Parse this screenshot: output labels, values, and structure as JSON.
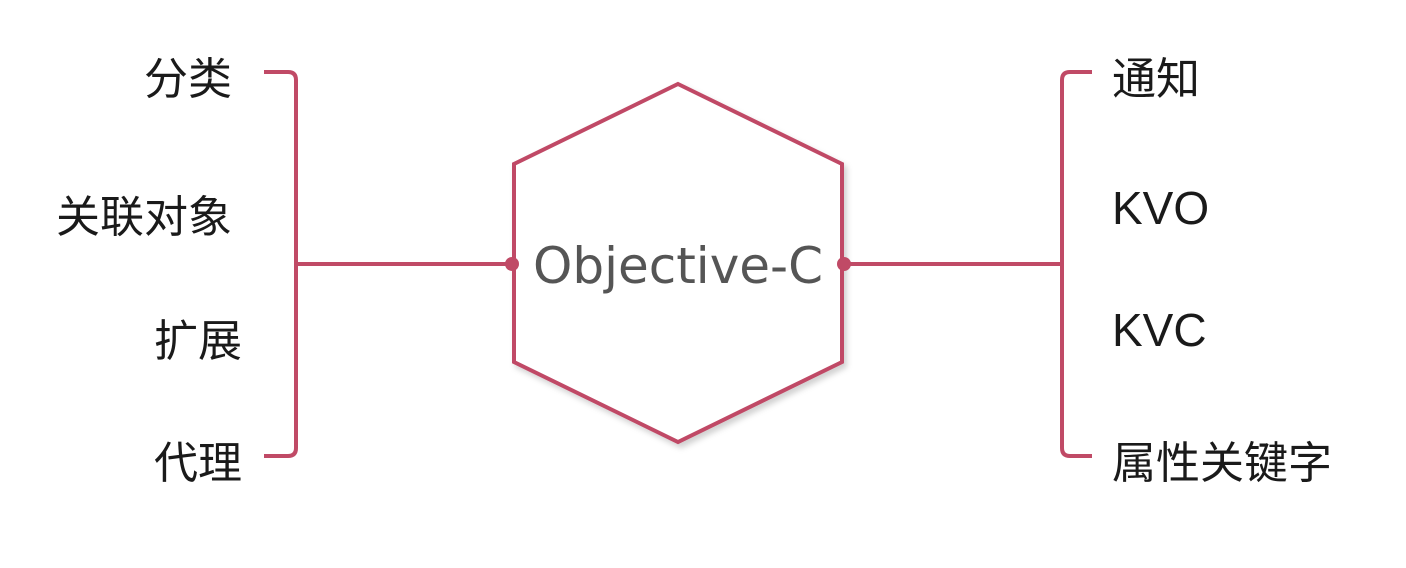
{
  "diagram": {
    "center": {
      "label": "Objective-C"
    },
    "left_topics": [
      {
        "label": "分类"
      },
      {
        "label": "关联对象"
      },
      {
        "label": "扩展"
      },
      {
        "label": "代理"
      }
    ],
    "right_topics": [
      {
        "label": "通知"
      },
      {
        "label": "KVO"
      },
      {
        "label": "KVC"
      },
      {
        "label": "属性关键字"
      }
    ],
    "colors": {
      "line": "#c04a66",
      "text": "#1a1a1a",
      "center_text": "#555555",
      "background": "#ffffff"
    }
  }
}
